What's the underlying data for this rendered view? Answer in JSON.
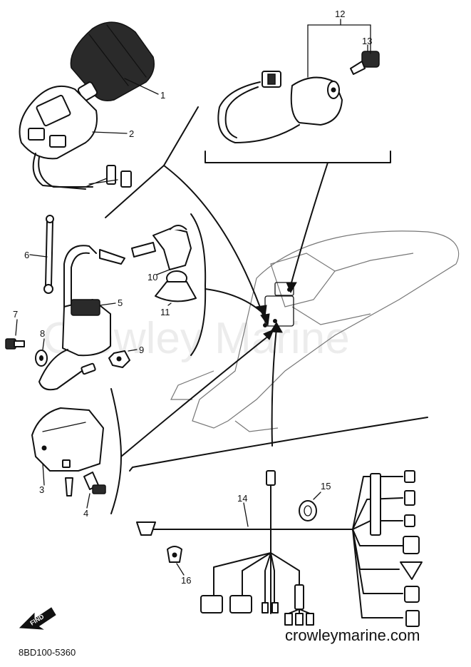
{
  "callouts": [
    "1",
    "2",
    "3",
    "4",
    "5",
    "6",
    "7",
    "8",
    "9",
    "10",
    "11",
    "12",
    "13",
    "14",
    "15",
    "16"
  ],
  "watermark_center": "Crowley Marine",
  "watermark_footer": "crowleymarine.com",
  "diagram_code": "8BD100-5360",
  "find_arrow_label": "FIND",
  "icons": {
    "grip": "handlebar-grip-icon",
    "switch": "switch-housing-icon",
    "key": "ignition-key-icon",
    "coil": "ignition-coil-icon",
    "snowmobile": "snowmobile-outline-icon",
    "harness": "wire-harness-icon"
  }
}
